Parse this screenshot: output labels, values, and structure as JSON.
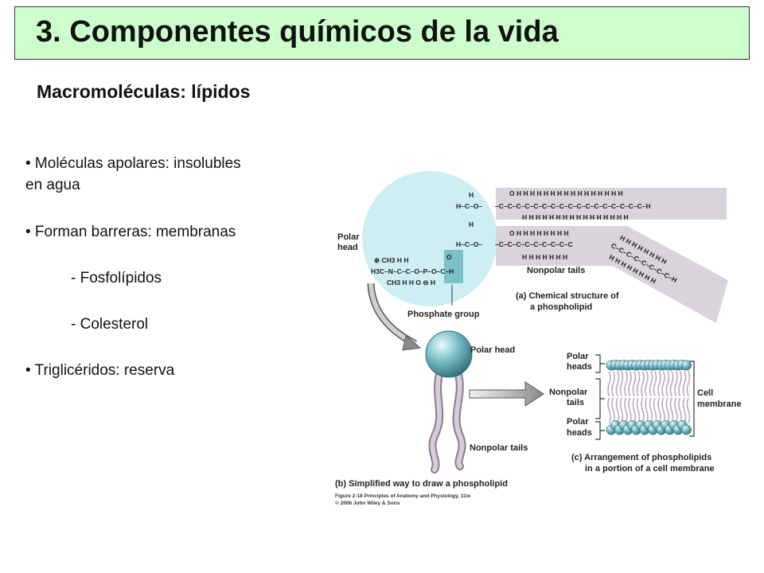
{
  "slide": {
    "title": "3. Componentes químicos de la vida",
    "subtitle": "Macromoléculas: lípidos",
    "bullets": [
      "• Moléculas apolares: insolubles",
      "en agua",
      "• Forman barreras: membranas",
      "- Fosfolípidos",
      "- Colesterol",
      "• Triglicéridos: reserva"
    ]
  },
  "figure": {
    "polar_head": "Polar",
    "polar_head2": "head",
    "nonpolar_tails": "Nonpolar tails",
    "phosphate_group": "Phosphate group",
    "caption_a1": "(a) Chemical structure of",
    "caption_a2": "a phospholipid",
    "polar_head_b": "Polar head",
    "nonpolar_tails_b": "Nonpolar tails",
    "caption_b": "(b) Simplified way to draw a phospholipid",
    "c_polar_heads_top1": "Polar",
    "c_polar_heads_top2": "heads",
    "c_nonpolar1": "Nonpolar",
    "c_nonpolar2": "tails",
    "c_polar_heads_bot1": "Polar",
    "c_polar_heads_bot2": "heads",
    "c_cell1": "Cell",
    "c_cell2": "membrane",
    "caption_c1": "(c) Arrangement of phospholipids",
    "caption_c2": "in a portion of a cell membrane",
    "credit1": "Figure 2-18  Principles of Anatomy and Physiology, 11/e",
    "credit2": "© 2006 John Wiley & Sons"
  },
  "colors": {
    "title_bg": "#ccffcc",
    "head": "#6fb4be",
    "head_light": "#cdeef2",
    "tail_band": "#d9d3dc"
  }
}
